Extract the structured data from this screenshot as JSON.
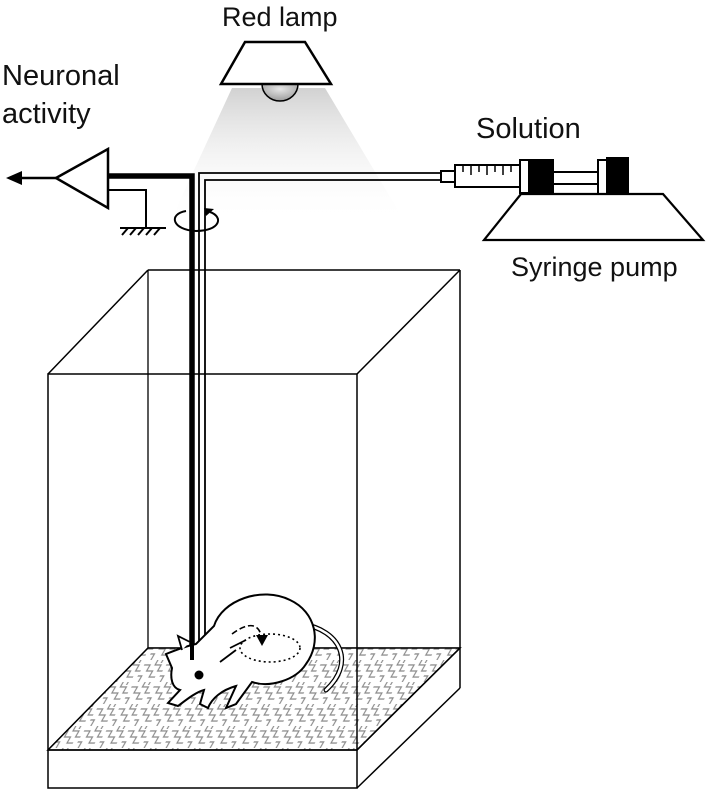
{
  "labels": {
    "red_lamp": "Red lamp",
    "neuronal_activity_line1": "Neuronal",
    "neuronal_activity_line2": "activity",
    "solution": "Solution",
    "syringe_pump": "Syringe pump"
  },
  "colors": {
    "stroke": "#000000",
    "lamp_bulb": "#b8b8b8",
    "light_cone": "#dcdcdc",
    "floor_pattern": "#8a8a8a",
    "background": "#ffffff"
  },
  "icons": {
    "amplifier": "triangle-amplifier-icon",
    "ground": "ground-symbol-icon",
    "swivel": "rotating-swivel-icon",
    "syringe": "syringe-icon",
    "rat": "rat-icon"
  }
}
